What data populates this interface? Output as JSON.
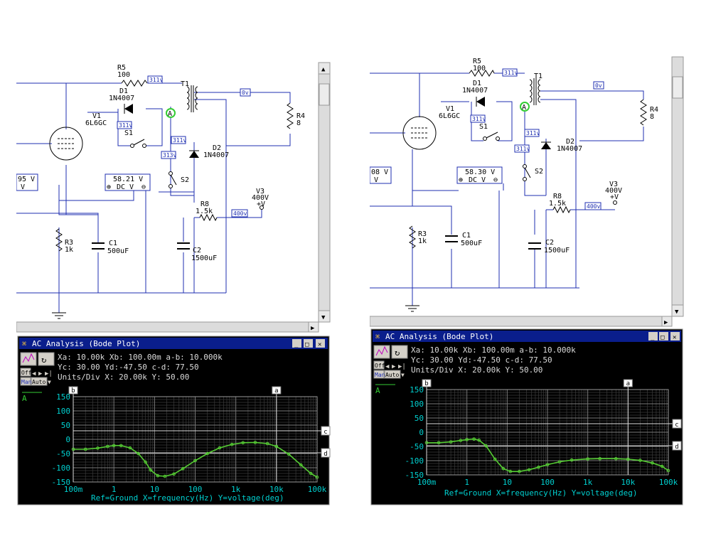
{
  "panels": [
    {
      "circuit": {
        "tube": {
          "ref": "V1",
          "model": "6L6GC"
        },
        "resistors": [
          {
            "ref": "R5",
            "value": "100"
          },
          {
            "ref": "R4",
            "value": "8"
          },
          {
            "ref": "R8",
            "value": "1.5k"
          },
          {
            "ref": "R3",
            "value": "1k"
          }
        ],
        "diodes": [
          {
            "ref": "D1",
            "model": "1N4007"
          },
          {
            "ref": "D2",
            "model": "1N4007"
          }
        ],
        "transformer": {
          "ref": "T1"
        },
        "switches": [
          {
            "ref": "S1"
          },
          {
            "ref": "S2"
          }
        ],
        "capacitors": [
          {
            "ref": "C1",
            "value": "500uF"
          },
          {
            "ref": "C2",
            "value": "1500uF"
          }
        ],
        "source": {
          "ref": "V3",
          "value": "400V",
          "polarity": "+V"
        },
        "net_labels": [
          "311v",
          "0v",
          "311v",
          "311v",
          "313v",
          "400v"
        ],
        "probe": "A",
        "meter_left": {
          "value": "95 V",
          "mode": "V"
        },
        "meter_main": {
          "value": "58.21 V",
          "mode": "DC V"
        }
      },
      "bode": {
        "title": "AC Analysis (Bode Plot)",
        "readout": {
          "line1": "Xa: 10.00k  Xb: 100.00m a-b: 10.000k",
          "line2": "Yc: 30.00   Yd:-47.50   c-d: 77.50",
          "line3": "Units/Div    X: 20.00k    Y: 50.00"
        },
        "controls": {
          "off": "Off",
          "man": "Man",
          "auto": "Auto"
        },
        "trace_label": "A",
        "cursors": {
          "a": "a",
          "b": "b",
          "c": "c",
          "d": "d"
        },
        "footer": "Ref=Ground  X=frequency(Hz) Y=voltage(deg)"
      }
    },
    {
      "circuit": {
        "tube": {
          "ref": "V1",
          "model": "6L6GC"
        },
        "resistors": [
          {
            "ref": "R5",
            "value": "100"
          },
          {
            "ref": "R4",
            "value": "8"
          },
          {
            "ref": "R8",
            "value": "1.5k"
          },
          {
            "ref": "R3",
            "value": "1k"
          }
        ],
        "diodes": [
          {
            "ref": "D1",
            "model": "1N4007"
          },
          {
            "ref": "D2",
            "model": "1N4007"
          }
        ],
        "transformer": {
          "ref": "T1"
        },
        "switches": [
          {
            "ref": "S1"
          },
          {
            "ref": "S2"
          }
        ],
        "capacitors": [
          {
            "ref": "C1",
            "value": "500uF"
          },
          {
            "ref": "C2",
            "value": "1500uF"
          }
        ],
        "source": {
          "ref": "V3",
          "value": "400V",
          "polarity": "+V"
        },
        "net_labels": [
          "311v",
          "0v",
          "311v",
          "311v",
          "311v",
          "400v"
        ],
        "probe": "A",
        "meter_left": {
          "value": "08 V",
          "mode": "V"
        },
        "meter_main": {
          "value": "58.30 V",
          "mode": "DC V"
        }
      },
      "bode": {
        "title": "AC Analysis (Bode Plot)",
        "readout": {
          "line1": "Xa: 10.00k  Xb: 100.00m a-b: 10.000k",
          "line2": "Yc: 30.00   Yd:-47.50   c-d: 77.50",
          "line3": "Units/Div    X: 20.00k    Y: 50.00"
        },
        "controls": {
          "off": "Off",
          "man": "Man",
          "auto": "Auto"
        },
        "trace_label": "A",
        "cursors": {
          "a": "a",
          "b": "b",
          "c": "c",
          "d": "d"
        },
        "footer": "Ref=Ground  X=frequency(Hz) Y=voltage(deg)"
      }
    }
  ],
  "chart_data": [
    {
      "type": "line",
      "xscale": "log",
      "xlim": [
        0.1,
        100000
      ],
      "ylim": [
        -150,
        150
      ],
      "yticks": [
        150,
        100,
        50,
        0,
        -50,
        -100,
        -150
      ],
      "xticks": [
        0.1,
        1,
        10,
        100,
        1000,
        10000,
        100000
      ],
      "xtick_labels": [
        "100m",
        "1",
        "10",
        "100",
        "1k",
        "10k",
        "100k"
      ],
      "ytick_labels": [
        "150",
        "100",
        "50",
        "0",
        "-50",
        "-100",
        "-150"
      ],
      "xlabel": "X=frequency(Hz)",
      "ylabel": "Y=voltage(deg)",
      "grid": true,
      "cursors": {
        "a": 10000,
        "b": 0.1,
        "c": 30,
        "d": -47.5
      },
      "series": [
        {
          "color": "#55cc33",
          "x": [
            0.1,
            0.2,
            0.4,
            0.7,
            1,
            1.5,
            2.5,
            4,
            6,
            8,
            12,
            18,
            30,
            50,
            100,
            200,
            400,
            800,
            1500,
            3000,
            6000,
            10000,
            20000,
            40000,
            70000,
            100000
          ],
          "y": [
            -35,
            -35,
            -31,
            -25,
            -22,
            -22,
            -30,
            -50,
            -80,
            -108,
            -128,
            -130,
            -122,
            -103,
            -75,
            -50,
            -30,
            -18,
            -12,
            -11,
            -15,
            -25,
            -52,
            -90,
            -120,
            -133
          ]
        }
      ]
    },
    {
      "type": "line",
      "xscale": "log",
      "xlim": [
        0.1,
        100000
      ],
      "ylim": [
        -150,
        150
      ],
      "yticks": [
        150,
        100,
        50,
        0,
        -50,
        -100,
        -150
      ],
      "xticks": [
        0.1,
        1,
        10,
        100,
        1000,
        10000,
        100000
      ],
      "xtick_labels": [
        "100m",
        "1",
        "10",
        "100",
        "1k",
        "10k",
        "100k"
      ],
      "ytick_labels": [
        "150",
        "100",
        "50",
        "0",
        "-50",
        "-100",
        "-150"
      ],
      "xlabel": "X=frequency(Hz)",
      "ylabel": "Y=voltage(deg)",
      "grid": true,
      "cursors": {
        "a": 10000,
        "b": 0.1,
        "c": 30,
        "d": -47.5
      },
      "series": [
        {
          "color": "#55cc33",
          "x": [
            0.1,
            0.2,
            0.4,
            0.7,
            1,
            1.5,
            2,
            3,
            5,
            8,
            12,
            20,
            35,
            60,
            100,
            200,
            400,
            1000,
            2000,
            5000,
            10000,
            20000,
            40000,
            70000,
            100000
          ],
          "y": [
            -37,
            -37,
            -34,
            -29,
            -26,
            -24,
            -28,
            -48,
            -95,
            -128,
            -138,
            -138,
            -132,
            -123,
            -114,
            -104,
            -98,
            -94,
            -93,
            -93,
            -95,
            -99,
            -108,
            -120,
            -135
          ]
        }
      ]
    }
  ]
}
